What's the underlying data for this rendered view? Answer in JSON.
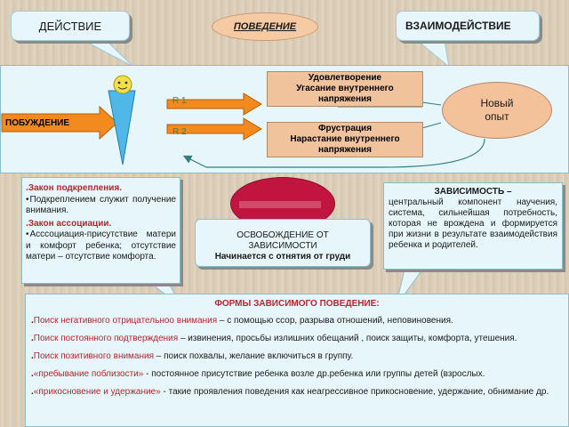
{
  "header": {
    "left_label": "ДЕЙСТВИЕ",
    "center_label": "ПОВЕДЕНИЕ",
    "right_label": "ВЗАИМОДЕЙСТВИЕ"
  },
  "diagram": {
    "motivation": "ПОБУЖДЕНИЕ",
    "r1": "R 1",
    "r2": "R 2",
    "box1": [
      "Удовлетворение",
      "Угасание внутреннего",
      "напряжения"
    ],
    "box2": [
      "Фрустрация",
      "Нарастание внутреннего",
      "напряжения"
    ],
    "new_experience": [
      "Новый",
      "опыт"
    ]
  },
  "left_box": {
    "law1": "Закон подкрепления.",
    "law1_text": "Подкреплением служит получение внимания.",
    "law2": "Закон ассоциации.",
    "law2_text": "Асссоциация-присутствие матери и комфорт ребенка; отсутствие матери – отсутствие комфорта."
  },
  "center_box": {
    "line1": "ОСВОБОЖДЕНИЕ ОТ",
    "line2": "ЗАВИСИМОСТИ",
    "line3": "Начинается с отнятия от груди"
  },
  "right_box": {
    "title": "ЗАВИСИМОСТЬ –",
    "text": "центральный компонент научения, система, сильнейшая потребность, которая не врождена и формируется при жизни в результате взаимодействия ребенка и родителей."
  },
  "bottom_box": {
    "title": "ФОРМЫ ЗАВИСИМОГО ПОВЕДЕНИЕ:",
    "items": [
      {
        "term": "Поиск негативного отрицательноо внимания",
        "text": " – с помощью ссор, разрыва отношений, неповиновения."
      },
      {
        "term": "Поиск постоянного подтверждения",
        "text": " – извинения, просьбы излишних обещаний , поиск защиты, комфорта, утешения."
      },
      {
        "term": "Поиск позитивного внимания",
        "text": " – поиск похвалы, желание включиться в группу."
      },
      {
        "term": "«пребывание поблизости»",
        "text": " - постоянное присутствие ребенка возле др.ребенка или группы детей (взрослых."
      },
      {
        "term": "«прикосновение и удержание»",
        "text": " - такие проявления поведения как неагрессивное прикосновение, удержание, обнимание др."
      }
    ]
  },
  "colors": {
    "panel": "#e6f6fb",
    "accent_orange": "#f28a1e",
    "accent_red": "#c0242a",
    "oval_peach": "#f3c19a",
    "crimson": "#c1153f"
  }
}
